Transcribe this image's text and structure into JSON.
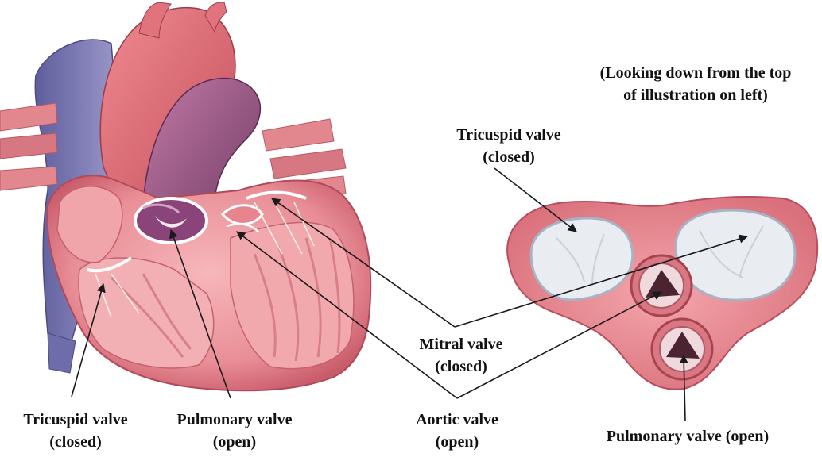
{
  "caption": {
    "line1": "(Looking down from the top",
    "line2": "of illustration on left)"
  },
  "labels": {
    "tricuspid_top": {
      "line1": "Tricuspid valve",
      "line2": "(closed)"
    },
    "mitral": {
      "line1": "Mitral valve",
      "line2": "(closed)"
    },
    "tricuspid_bottom": {
      "line1": "Tricuspid valve",
      "line2": "(closed)"
    },
    "pulmonary_left": {
      "line1": "Pulmonary valve",
      "line2": "(open)"
    },
    "aortic": {
      "line1": "Aortic valve",
      "line2": "(open)"
    },
    "pulmonary_right": {
      "line1": "Pulmonary valve (open)"
    }
  },
  "colors": {
    "muscle": "#e98e96",
    "muscle_dark": "#c95c6a",
    "aorta": "#e0737c",
    "vein_blue": "#7a78b4",
    "pulmonary_purple": "#a35a8a",
    "valve_dark": "#4a2430",
    "leaflet": "#eef1f4",
    "leader": "#1a1a1a"
  }
}
